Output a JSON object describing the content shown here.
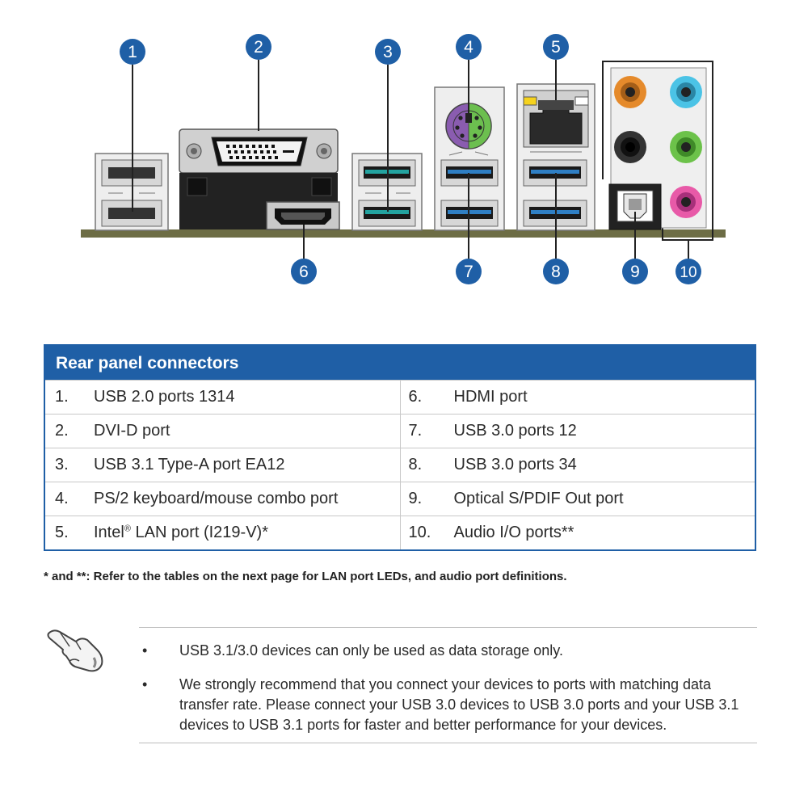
{
  "diagram": {
    "callouts": [
      "1",
      "2",
      "3",
      "4",
      "5",
      "6",
      "7",
      "8",
      "9",
      "10"
    ]
  },
  "table": {
    "title": "Rear panel connectors",
    "rows": [
      {
        "left": {
          "num": "1.",
          "label": "USB 2.0 ports 1314"
        },
        "right": {
          "num": "6.",
          "label": "HDMI port"
        }
      },
      {
        "left": {
          "num": "2.",
          "label": "DVI-D port"
        },
        "right": {
          "num": "7.",
          "label": "USB 3.0 ports 12"
        }
      },
      {
        "left": {
          "num": "3.",
          "label": "USB 3.1 Type-A port EA12"
        },
        "right": {
          "num": "8.",
          "label": "USB 3.0 ports 34"
        }
      },
      {
        "left": {
          "num": "4.",
          "label": "PS/2 keyboard/mouse combo port"
        },
        "right": {
          "num": "9.",
          "label": "Optical S/PDIF Out port"
        }
      },
      {
        "left": {
          "num": "5.",
          "label_pre": "Intel",
          "label_sup": "®",
          "label_post": " LAN port (I219-V)*"
        },
        "right": {
          "num": "10.",
          "label": "Audio I/O ports**"
        }
      }
    ]
  },
  "footnote": "* and **: Refer to the tables on the next page for LAN port LEDs, and audio port definitions.",
  "notes": {
    "bullet": "•",
    "items": [
      "USB 3.1/3.0 devices can only be used as data storage only.",
      "We strongly recommend that you connect your devices to ports with matching data transfer rate. Please connect your USB 3.0 devices to USB 3.0 ports and your USB 3.1 devices to USB 3.1 ports for faster and better performance for your devices."
    ]
  },
  "colors": {
    "callout": "#1f5fa6",
    "header": "#1f5fa6",
    "board": "#6d6d45",
    "usb3": "#2f7fc4",
    "usb31": "#23a3a0",
    "audio_orange": "#e58a2b",
    "audio_blue": "#4bc3e6",
    "audio_green": "#6cc24a",
    "audio_pink": "#e85aa8",
    "ps2_purple": "#8a5cb0",
    "ps2_green": "#6cbf4f",
    "led_yellow": "#f5d21e"
  }
}
